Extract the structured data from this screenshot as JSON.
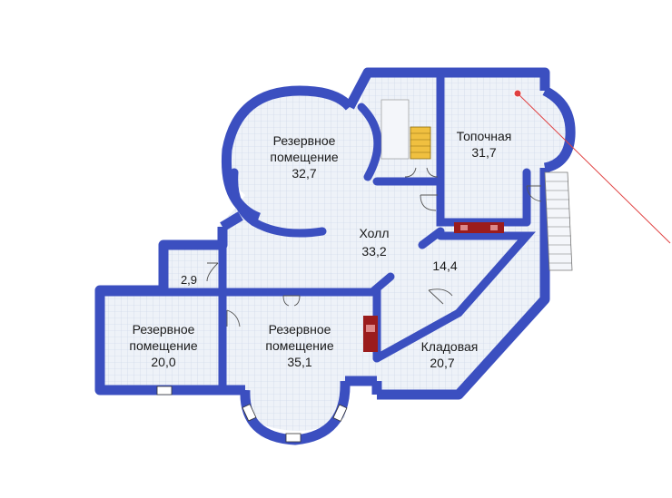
{
  "plan": {
    "colors": {
      "wall": "#3b4fc0",
      "wall_dark": "#1d2a8a",
      "floor": "#eef2f8",
      "grid": "#c9d3e6",
      "fireplace": "#9b1c1c",
      "stairs": "#f0c040",
      "pointer": "#e04040"
    },
    "rooms": [
      {
        "id": "reserve-1",
        "name": "Резервное",
        "name2": "помещение",
        "area": "32,7"
      },
      {
        "id": "boiler",
        "name": "Топочная",
        "area": "31,7"
      },
      {
        "id": "hall",
        "name": "Холл",
        "area": "33,2"
      },
      {
        "id": "corridor",
        "area": "14,4"
      },
      {
        "id": "small",
        "area": "2,9"
      },
      {
        "id": "reserve-2",
        "name": "Резервное",
        "name2": "помещение",
        "area": "20,0"
      },
      {
        "id": "reserve-3",
        "name": "Резервное",
        "name2": "помещение",
        "area": "35,1"
      },
      {
        "id": "storage",
        "name": "Кладовая",
        "area": "20,7"
      }
    ]
  }
}
